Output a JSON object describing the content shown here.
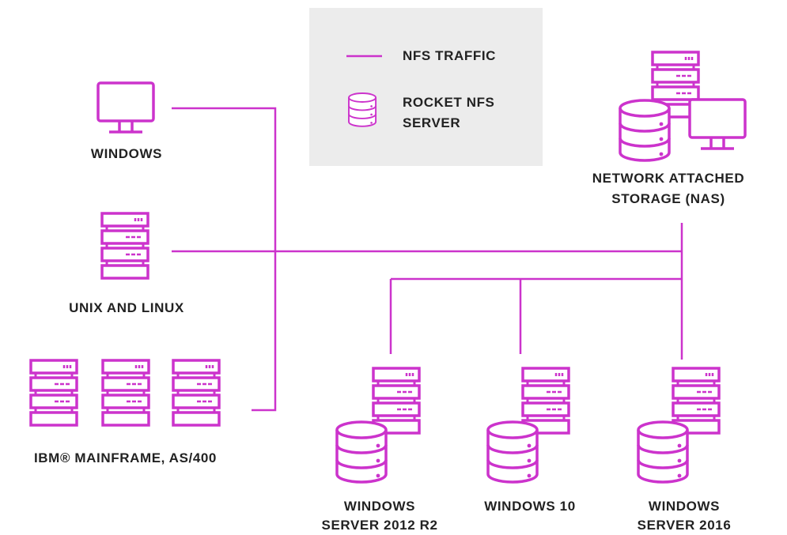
{
  "colors": {
    "accent": "#cc33cc",
    "text": "#222222",
    "legend_bg": "#ececec"
  },
  "legend": {
    "traffic_label": "NFS TRAFFIC",
    "server_label_line1": "ROCKET NFS",
    "server_label_line2": "SERVER",
    "server_icon": "database-icon"
  },
  "nodes": {
    "windows": {
      "label": "WINDOWS",
      "icon": "monitor-icon"
    },
    "unix": {
      "label": "UNIX AND LINUX",
      "icon": "server-rack-icon"
    },
    "mainframe": {
      "label": "IBM® MAINFRAME, AS/400",
      "icon": "server-rack-icon"
    },
    "nas": {
      "label_line1": "NETWORK ATTACHED",
      "label_line2": "STORAGE (NAS)",
      "icon": "nas-icon"
    },
    "server2012": {
      "label_line1": "WINDOWS",
      "label_line2": "SERVER 2012 R2",
      "icon": "nfs-server-icon"
    },
    "win10": {
      "label": "WINDOWS 10",
      "icon": "nfs-server-icon"
    },
    "server2016": {
      "label_line1": "WINDOWS",
      "label_line2": "SERVER 2016",
      "icon": "nfs-server-icon"
    }
  }
}
